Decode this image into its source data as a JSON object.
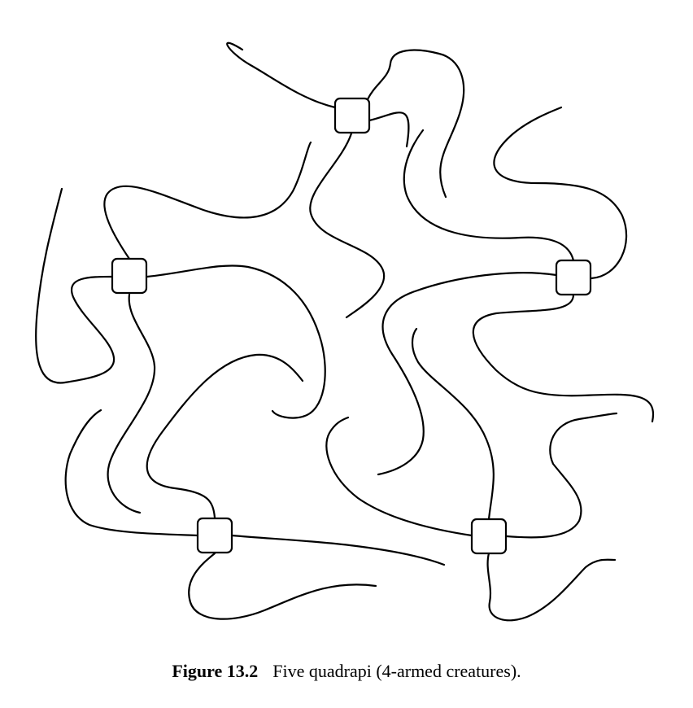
{
  "figure": {
    "stroke_color": "#000000",
    "background_color": "#ffffff",
    "creature_count": 5,
    "arms_per_creature": 4
  },
  "caption": {
    "label": "Figure 13.2",
    "text": "Five quadrapi (4-armed creatures)."
  }
}
